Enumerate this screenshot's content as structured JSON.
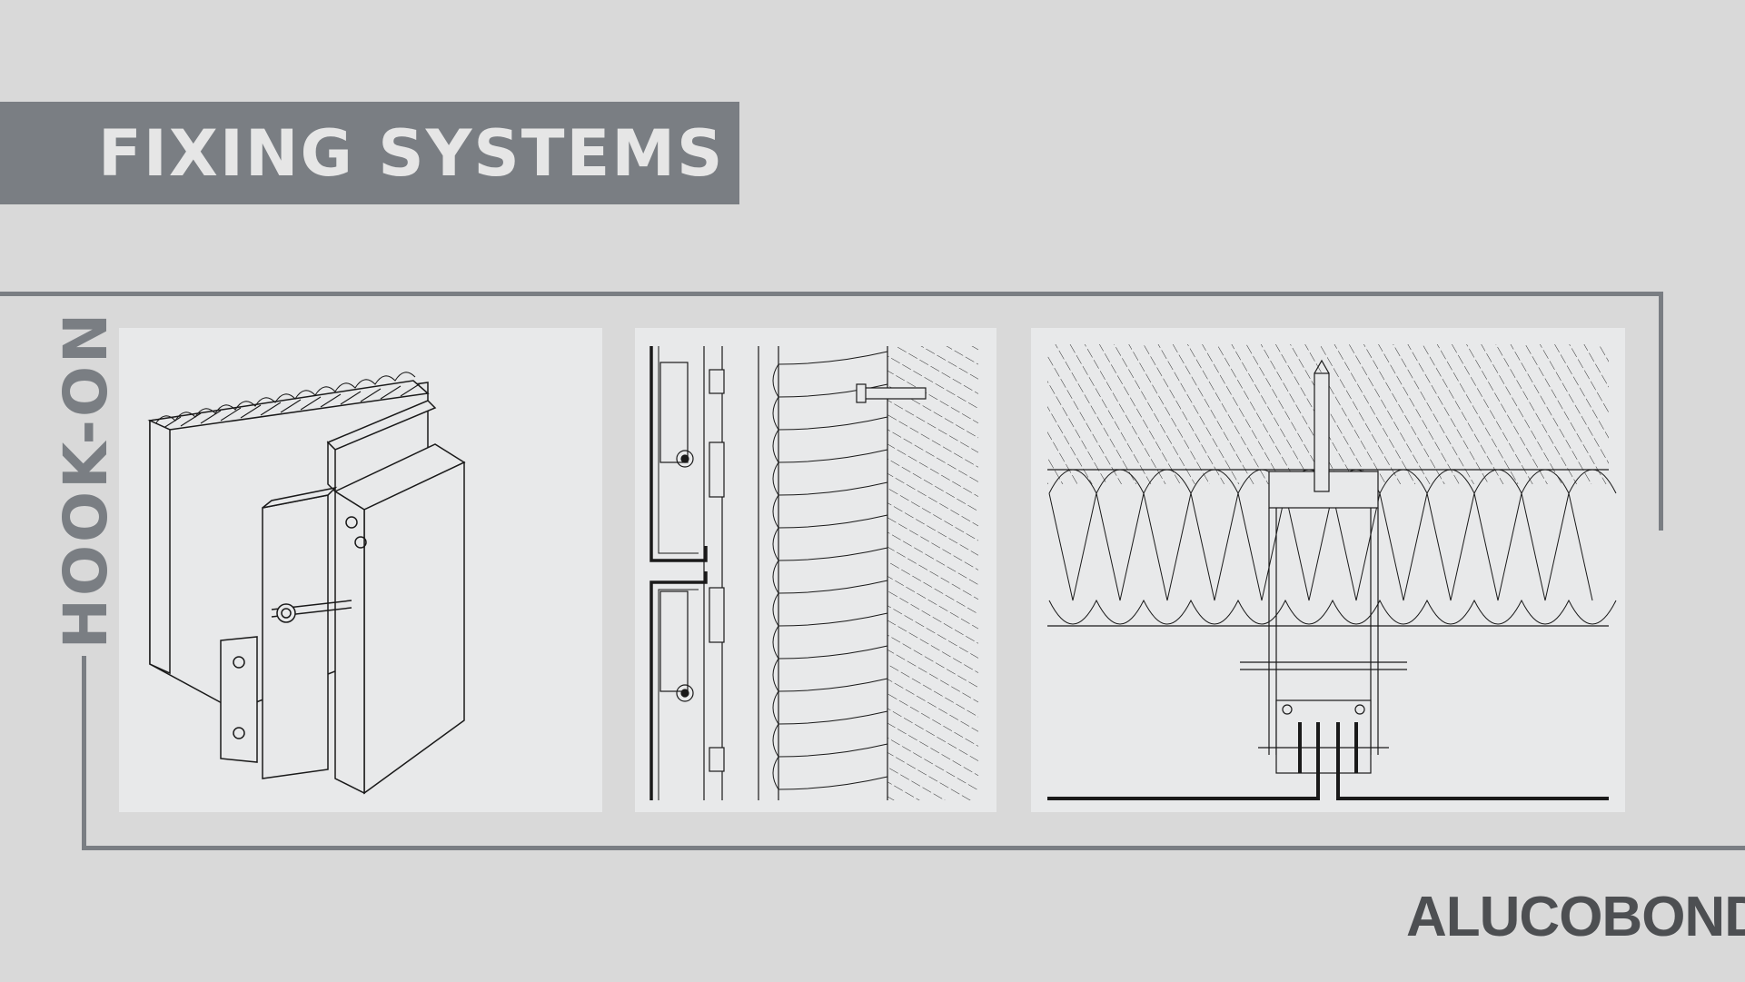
{
  "header": {
    "title": "FIXING SYSTEMS"
  },
  "side": {
    "label": "HOOK-ON"
  },
  "brand": {
    "name": "ALUCOBOND",
    "mark": "®"
  },
  "colors": {
    "background": "#d9d9d9",
    "accent": "#7a7e83",
    "panel": "#e8e9ea",
    "line": "#1a1a1a"
  },
  "figures": [
    {
      "id": "isometric-view",
      "kind": "3d panel with hook-on bracket"
    },
    {
      "id": "vertical-section",
      "kind": "section through wall with insulation and anchor"
    },
    {
      "id": "horizontal-section",
      "kind": "plan section through joint"
    }
  ]
}
